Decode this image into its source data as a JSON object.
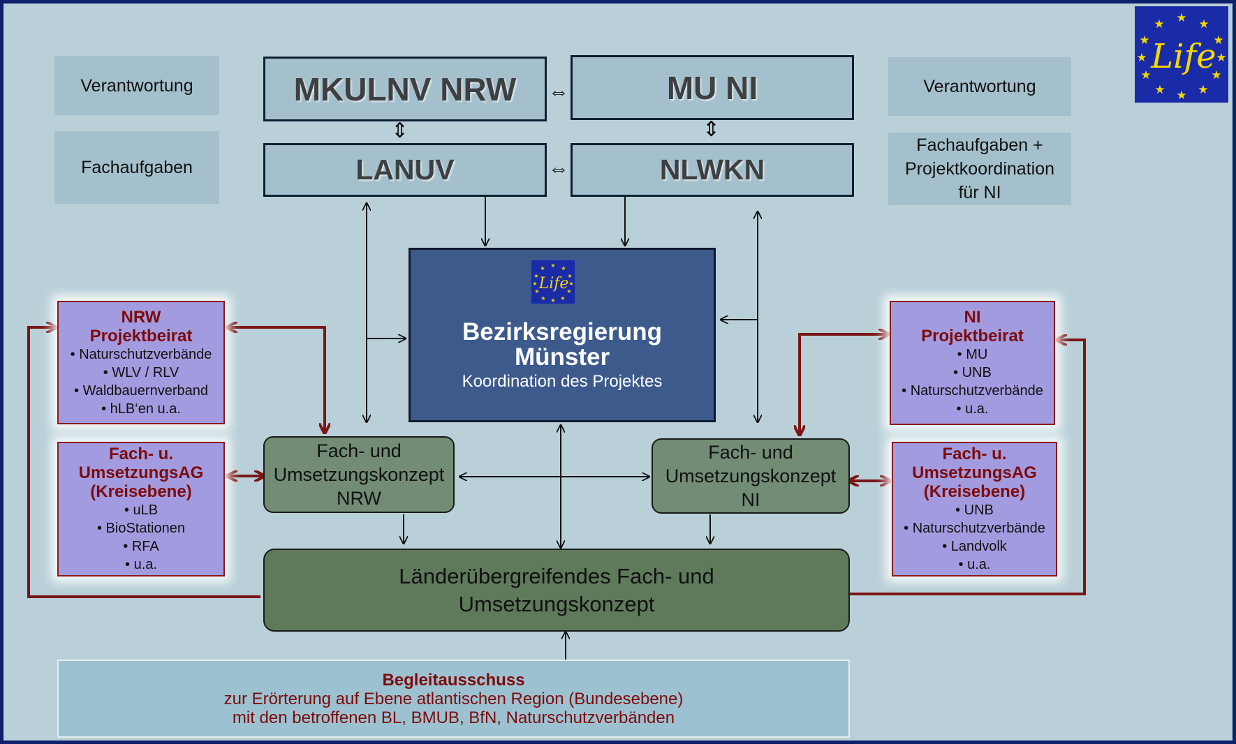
{
  "left_labels": {
    "responsibility": "Verantwortung",
    "tasks": "Fachaufgaben"
  },
  "right_labels": {
    "responsibility": "Verantwortung",
    "tasks_line1": "Fachaufgaben +",
    "tasks_line2": "Projektkoordination",
    "tasks_line3": "für NI"
  },
  "authorities": {
    "mkulnv": "MKULNV NRW",
    "mu_ni": "MU NI",
    "lanuv": "LANUV",
    "nlwkn": "NLWKN"
  },
  "logo": {
    "text": "Life",
    "icon": "eu-life-logo"
  },
  "central": {
    "title_line1": "Bezirksregierung",
    "title_line2": "Münster",
    "subtitle": "Koordination des Projektes"
  },
  "nrw_beirat": {
    "title_line1": "NRW",
    "title_line2": "Projektbeirat",
    "items": [
      "• Naturschutzverbände",
      "• WLV / RLV",
      "• Waldbauernverband",
      "• hLB‘en u.a."
    ]
  },
  "nrw_ag": {
    "title_line1": "Fach- u.",
    "title_line2": "UmsetzungsAG",
    "title_line3": "(Kreisebene)",
    "items": [
      "• uLB",
      "• BioStationen",
      "• RFA",
      "• u.a."
    ]
  },
  "ni_beirat": {
    "title_line1": "NI",
    "title_line2": "Projektbeirat",
    "items": [
      "• MU",
      "• UNB",
      "• Naturschutzverbände",
      "• u.a."
    ]
  },
  "ni_ag": {
    "title_line1": "Fach- u.",
    "title_line2": "UmsetzungsAG",
    "title_line3": "(Kreisebene)",
    "items": [
      "• UNB",
      "• Naturschutzverbände",
      "• Landvolk",
      "• u.a."
    ]
  },
  "concept_nrw": {
    "line1": "Fach- und",
    "line2": "Umsetzungskonzept",
    "line3": "NRW"
  },
  "concept_ni": {
    "line1": "Fach- und",
    "line2": "Umsetzungskonzept",
    "line3": "NI"
  },
  "concept_joint": {
    "line1": "Länderübergreifendes Fach- und",
    "line2": "Umsetzungskonzept"
  },
  "committee": {
    "title": "Begleitausschuss",
    "line1": "zur Erörterung auf Ebene atlantischen Region (Bundesebene)",
    "line2": "mit den betroffenen BL, BMUB, BfN, Naturschutzverbänden"
  },
  "colors": {
    "background": "#b9d0d8",
    "frame": "#0e1f6b",
    "label_box": "#a4c0cc",
    "central_box": "#3c5a8c",
    "purple_box": "#a39be0",
    "concept_box": "#738c75",
    "joint_box": "#5f7a5b",
    "dark_red": "#7d0b0b",
    "red_arrow": "#7a1616",
    "logo_blue": "#1a2ba8",
    "logo_star": "#f5d800"
  }
}
